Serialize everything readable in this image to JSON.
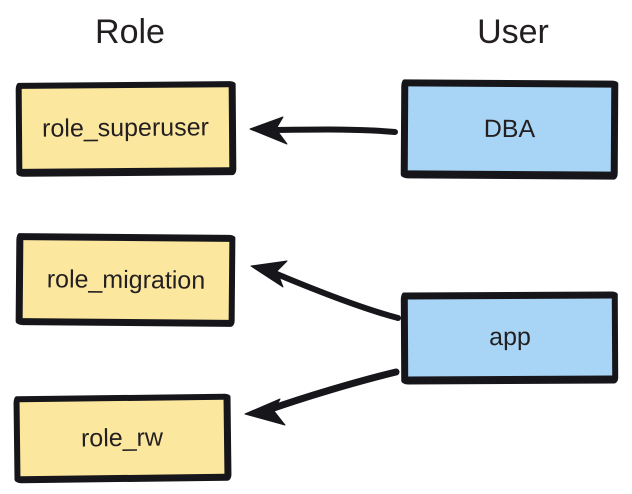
{
  "diagram": {
    "title_columns": {
      "role": "Role",
      "user": "User"
    },
    "colors": {
      "role_fill": "#fbe79e",
      "user_fill": "#a8d4f5",
      "stroke": "#17161a",
      "text": "#231f20",
      "background": "#ffffff"
    },
    "roles": [
      {
        "id": "role_superuser",
        "label": "role_superuser"
      },
      {
        "id": "role_migration",
        "label": "role_migration"
      },
      {
        "id": "role_rw",
        "label": "role_rw"
      }
    ],
    "users": [
      {
        "id": "dba",
        "label": "DBA"
      },
      {
        "id": "app",
        "label": "app"
      }
    ],
    "edges": [
      {
        "from": "DBA",
        "to": "role_superuser",
        "direction": "left",
        "style": "solid-arrow"
      },
      {
        "from": "app",
        "to": "role_migration",
        "direction": "left",
        "style": "solid-arrow"
      },
      {
        "from": "app",
        "to": "role_rw",
        "direction": "left",
        "style": "solid-arrow"
      }
    ]
  }
}
